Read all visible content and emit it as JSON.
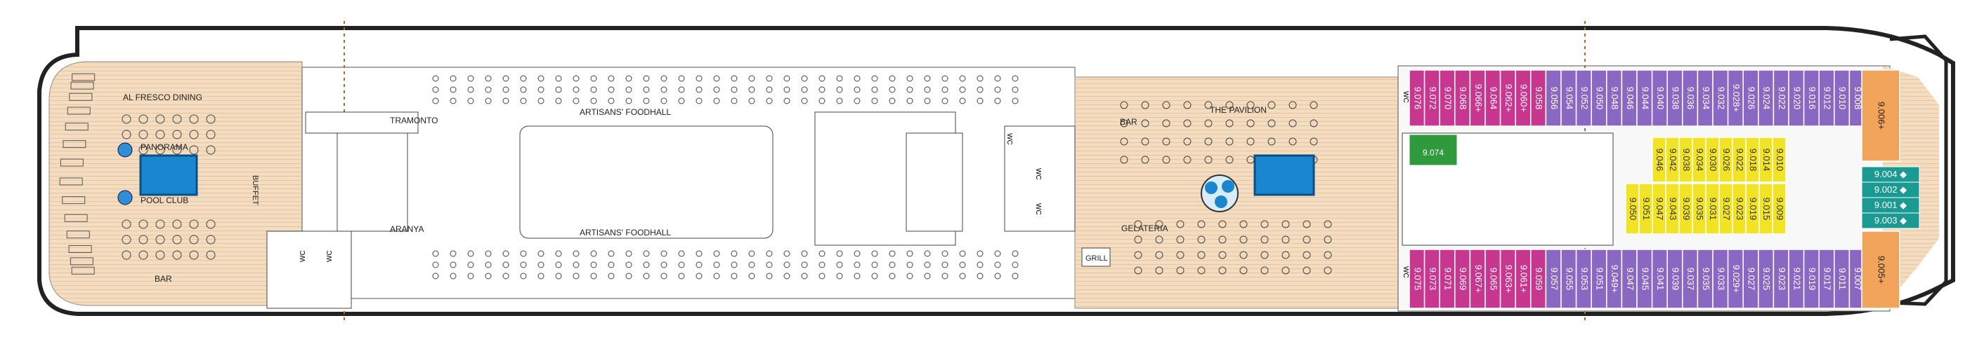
{
  "areas": {
    "al_fresco": "AL FRESCO DINING",
    "panorama": "PANORAMA",
    "pool_club": "POOL CLUB",
    "buffet": "BUFFET",
    "bar_aft": "BAR",
    "tramonto": "TRAMONTO",
    "aranya": "ARANYA",
    "foodhall_top": "ARTISANS' FOODHALL",
    "foodhall_bottom": "ARTISANS' FOODHALL",
    "bar_fwd": "BAR",
    "pavilion": "THE PAVILION",
    "gelateria": "GELATERIA",
    "grill": "GRILL"
  },
  "wc_labels": [
    "WC",
    "WC",
    "WC",
    "WC",
    "WC",
    "WC",
    "WC"
  ],
  "colors": {
    "deck": "#f4dcc0",
    "hull": "#222222",
    "pool": "#1a86d0",
    "magenta": "#c8378f",
    "purple": "#8a67c2",
    "yellow": "#f2e424",
    "teal": "#1a9a93",
    "orange": "#f2a55a",
    "green": "#2f9a3c"
  },
  "cabins": {
    "top_row": [
      "9.076",
      "9.072",
      "9.070",
      "9.068",
      "9.066+",
      "9.064",
      "9.062+",
      "9.060+",
      "9.058",
      "9.056",
      "9.054",
      "9.052",
      "9.050",
      "9.048",
      "9.046",
      "9.044",
      "9.040",
      "9.038",
      "9.036",
      "9.034",
      "9.032",
      "9.028+",
      "9.026",
      "9.024",
      "9.022",
      "9.020",
      "9.016",
      "9.012",
      "9.010",
      "9.008"
    ],
    "top_row_colors": [
      "magenta",
      "magenta",
      "magenta",
      "magenta",
      "magenta",
      "magenta",
      "magenta",
      "magenta",
      "magenta",
      "purple",
      "purple",
      "purple",
      "purple",
      "purple",
      "purple",
      "purple",
      "purple",
      "purple",
      "purple",
      "purple",
      "purple",
      "purple",
      "purple",
      "purple",
      "purple",
      "purple",
      "purple",
      "purple",
      "purple",
      "purple"
    ],
    "bottom_row": [
      "9.075",
      "9.073",
      "9.071",
      "9.069",
      "9.067+",
      "9.065",
      "9.063+",
      "9.061+",
      "9.059",
      "9.057",
      "9.055",
      "9.053",
      "9.051",
      "9.049+",
      "9.047",
      "9.045",
      "9.041",
      "9.039",
      "9.037",
      "9.035",
      "9.033",
      "9.029+",
      "9.027",
      "9.025",
      "9.023",
      "9.021",
      "9.019",
      "9.017",
      "9.011",
      "9.007"
    ],
    "bottom_row_colors": [
      "magenta",
      "magenta",
      "magenta",
      "magenta",
      "magenta",
      "magenta",
      "magenta",
      "magenta",
      "magenta",
      "purple",
      "purple",
      "purple",
      "purple",
      "purple",
      "purple",
      "purple",
      "purple",
      "purple",
      "purple",
      "purple",
      "purple",
      "purple",
      "purple",
      "purple",
      "purple",
      "purple",
      "purple",
      "purple",
      "purple",
      "purple"
    ],
    "inner_top": [
      "9.046",
      "9.042",
      "9.038",
      "9.034",
      "9.030",
      "9.026",
      "9.022",
      "9.018",
      "9.014",
      "9.010"
    ],
    "inner_bottom": [
      "9.050",
      "9.051",
      "9.047",
      "9.043",
      "9.039",
      "9.035",
      "9.031",
      "9.027",
      "9.023",
      "9.019",
      "9.015",
      "9.009"
    ],
    "teal_suites": [
      "9.004",
      "9.002",
      "9.001",
      "9.003"
    ],
    "orange_suites": [
      "9.006+",
      "9.005+"
    ],
    "accessible_cabin": "9.074"
  }
}
